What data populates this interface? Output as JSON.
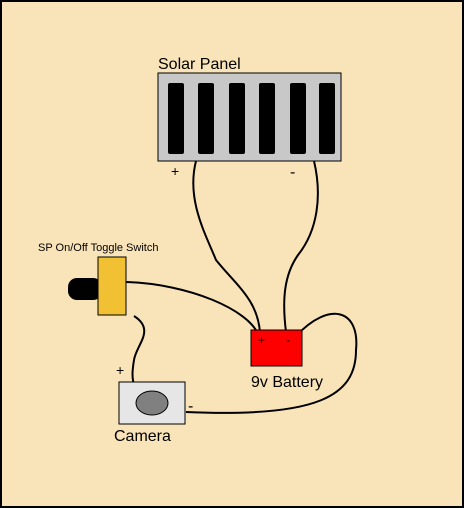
{
  "labels": {
    "solar_panel": "Solar Panel",
    "panel_plus": "+",
    "panel_minus": "-",
    "switch": "SP On/Off Toggle Switch",
    "battery": "9v Battery",
    "battery_plus": "+",
    "battery_minus": "-",
    "camera": "Camera",
    "camera_plus": "+",
    "camera_minus": "-"
  },
  "colors": {
    "background": "#f9e3b8",
    "panel_body": "#c8c8c8",
    "panel_cells": "#000000",
    "battery": "#ff0000",
    "switch_body": "#f2c033",
    "switch_lever": "#000000",
    "camera_body": "#e6e6e6",
    "camera_lens": "#808080",
    "wire": "#000000"
  }
}
